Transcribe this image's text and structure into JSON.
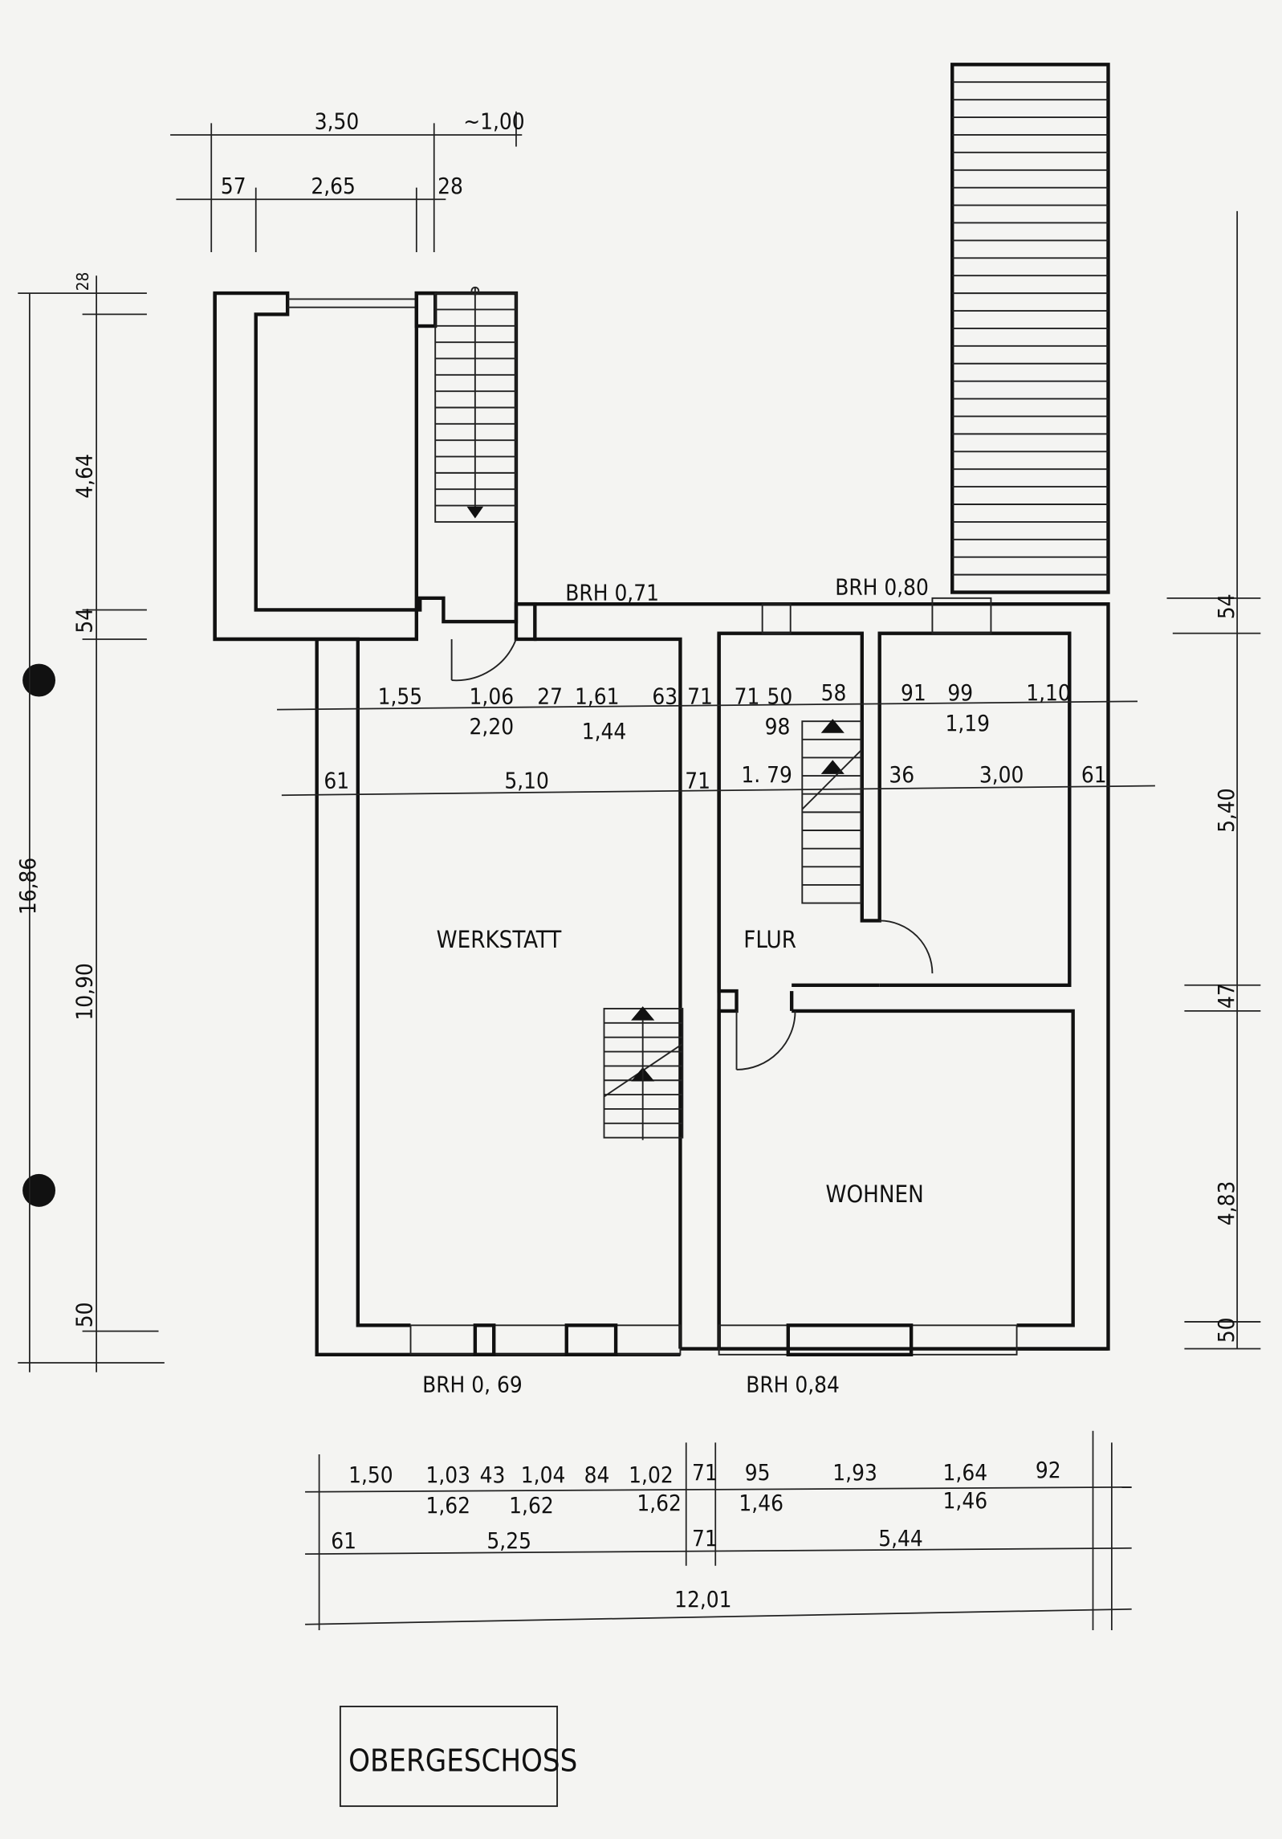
{
  "plan": {
    "title": "OBERGESCHOSS",
    "rooms": {
      "werkstatt": "WERKSTATT",
      "flur": "FLUR",
      "wohnen": "WOHNEN"
    },
    "brh": {
      "top_left": "BRH 0,71",
      "top_right": "BRH 0,80",
      "bottom_left": "BRH 0, 69",
      "bottom_right": "BRH 0,84"
    },
    "top_dims": {
      "a": "3,50",
      "b": "~1,00",
      "c": "57",
      "d": "2,65",
      "e": "28"
    },
    "left_dims": {
      "total": "16,86",
      "a": "28",
      "b": "4,64",
      "c": "54",
      "d": "10,90",
      "e": "50"
    },
    "right_dims": {
      "a": "54",
      "b": "5,40",
      "c": "47",
      "d": "4,83",
      "e": "50"
    },
    "inner_row1": [
      "1,55",
      "1,06",
      "27",
      "1,61",
      "63",
      "71",
      "71",
      "50",
      "58",
      "91",
      "99",
      "1,10"
    ],
    "inner_row1_sub": [
      "2,20",
      "1,44",
      "98",
      "1,19"
    ],
    "inner_row2": [
      "61",
      "5,10",
      "71",
      "1. 79",
      "36",
      "3,00",
      "61"
    ],
    "bottom_row1": [
      "1,50",
      "1,03",
      "43",
      "1,04",
      "84",
      "1,02",
      "71",
      "95",
      "1,93",
      "1,64",
      "92"
    ],
    "bottom_row1_sub": [
      "1,62",
      "1,62",
      "1,62",
      "1,46",
      "1,46"
    ],
    "bottom_row2": [
      "61",
      "5,25",
      "71",
      "5,44"
    ],
    "bottom_total": "12,01"
  },
  "colors": {
    "paper": "#f4f4f2",
    "ink": "#111111"
  }
}
